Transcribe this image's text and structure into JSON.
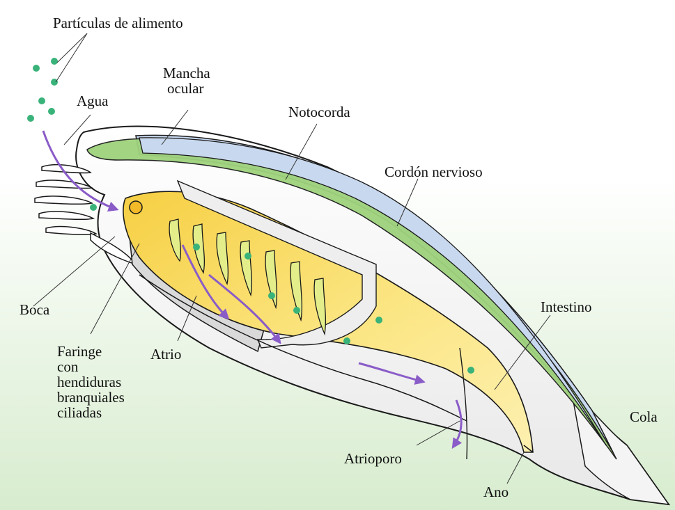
{
  "colors": {
    "background_top": "#ffffff",
    "background_bottom": "#dcefd4",
    "body_outline": "#1a1a1a",
    "body_fill": "#fbfbfb",
    "notochord": "#c8d8ee",
    "nerve_cord": "#9ed27c",
    "gut": "#f9e071",
    "gut_light": "#fdf2b8",
    "water_arrow": "#8a5cc8",
    "food_particle": "#3ab37a"
  },
  "labels": {
    "food_particles": "Partículas de alimento",
    "water": "Agua",
    "eye_spot_line1": "Mancha",
    "eye_spot_line2": "ocular",
    "notochord": "Notocorda",
    "nerve_cord": "Cordón nervioso",
    "mouth": "Boca",
    "pharynx_line1": "Faringe",
    "pharynx_line2": "con",
    "pharynx_line3": "hendiduras",
    "pharynx_line4": "branquiales",
    "pharynx_line5": "ciliadas",
    "atrium": "Atrio",
    "intestine": "Intestino",
    "atriopore": "Atrioporo",
    "anus": "Ano",
    "tail": "Cola"
  }
}
